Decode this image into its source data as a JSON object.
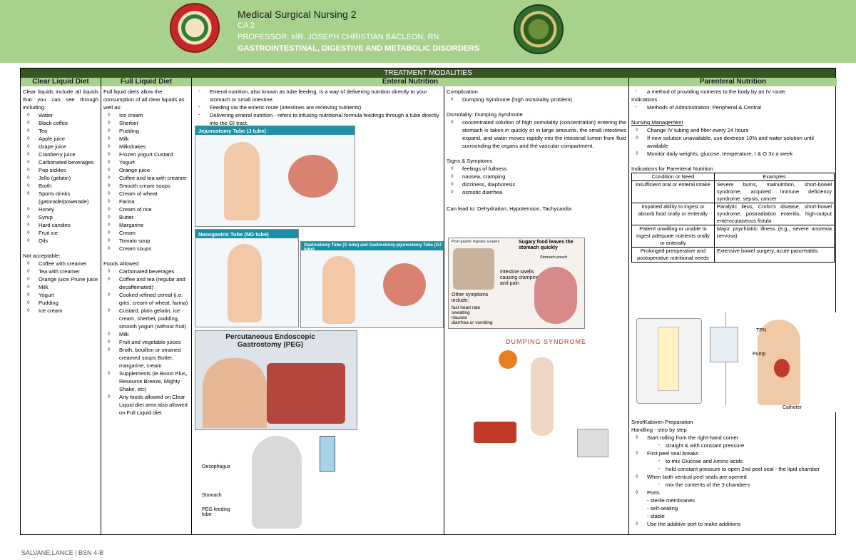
{
  "header": {
    "course": "Medical Surgical Nursing 2",
    "section": "CA 2",
    "professor": "PROFESSOR: MR. JOSEPH CHRISTIAN BACLEON, RN",
    "topic": "GASTROINTESTINAL, DIGESTIVE AND METABOLIC DISORDERS"
  },
  "table": {
    "title": "TREATMENT MODALITIES",
    "col1": "Clear Liquid Diet",
    "col2": "Full Liquid Diet",
    "col3": "Enteral Nutrition",
    "col4": "Parenteral Nutrition"
  },
  "clear": {
    "intro": "Clear liquids include all liquids that you can see through including:",
    "items": [
      "Water",
      "Black coffee",
      "Tea",
      "Apple juice",
      "Grape juice",
      "Cranberry juice",
      "Carbonated beverages",
      "Pop sickles",
      "Jello (gelatin)",
      "Broth",
      "Sports drinks (gatorade/powerade)",
      "Honey",
      "Syrup",
      "Hard candies",
      "Fruit ice",
      "Oils"
    ],
    "not_title": "Not acceptable:",
    "not_items": [
      "Coffee with creamer",
      "Tea with creamer",
      "Orange juice Prune juice",
      "Milk",
      "Yogurt",
      "Pudding",
      "Ice cream"
    ]
  },
  "full": {
    "intro": "Full liquid diets allow the consumption of all clear liquids as well as:",
    "items": [
      "Ice cream",
      "Sherbet",
      "Pudding",
      "Milk",
      "Milkshakes",
      "Frozen yogurt Custard",
      "Yogurt",
      "Orange juice",
      "Coffee and tea with creamer",
      "Smooth cream soups",
      "Cream of wheat",
      "Farina",
      "Cream of rice",
      "Butter",
      "Margarine",
      "Cream",
      "Tomato soup",
      "Cream soups"
    ],
    "allowed_title": "Foods Allowed",
    "allowed": [
      "Carbonated beverages",
      "Coffee and tea (regular and decaffeinated)",
      "Cooked refined cereal (i.e. grits, cream of wheat, farina)",
      "Custard, plain gelatin, ice cream, sherbet, pudding, smooth yogurt (without fruit)",
      "Milk",
      "Fruit and vegetable juices",
      "Broth, bouillon or strained creamed soups Butter, margarine, cream",
      "Supplements (ie Boost Plus, Resource Breeze, Mighty Shake, etc)",
      "Any foods allowed on Clear Liquid diet area also allowed on Full Liquid diet"
    ]
  },
  "enteral": {
    "points": [
      "Enteral nutrition, also known as tube feeding, is a way of delivering nutrition directly to your stomach or small intestine.",
      "Feeding via the enteric route (intestines are receiving nutrients)",
      "Delivering enteral nutrition - refers to infusing nutritional formula feedings through a tube directly into the GI tract."
    ],
    "img1": "Jejunostomy Tube (J tube)",
    "img2": "Nasogastric Tube (NG tube)",
    "img3": "Gastrostomy Tube (G tube) and Gastrostomy-jejunostomy Tube (GJ tube)",
    "img4": "Percutaneous Endoscopic Gastrostomy (PEG)",
    "img5_a": "Oesophagus",
    "img5_b": "Stomach",
    "img5_c": "PEG feeding tube"
  },
  "complication": {
    "title": "Complication",
    "item": "Dumping Syndrome (high osmolality problem)",
    "osm_title": "Osmolality: Dumping Syndrome",
    "osm_text": "concentrated solution of high osmolality (concentration) entering the stomach is taken in quickly or in large amounts, the small intestines expand, and water moves rapidly into the intestinal lumen from fluid surrounding the organs and the vascular compartment.",
    "signs_title": "Signs & Symptoms",
    "signs": [
      "feelings of fullness",
      "nausea, cramping",
      "dizziness, diaphoresis",
      "osmotic diarrhea"
    ],
    "lead": "Can lead to: Dehydration, Hypotension, Tachycardia",
    "img6_a": "Post gastric bypass surgery",
    "img6_b": "Sugary food leaves the stomach quickly",
    "img6_c": "Stomach pouch",
    "img6_d": "Intestine swells causing cramping and pain",
    "img6_e": "Other symptoms include:",
    "img6_list": [
      "fast heart rate",
      "sweating",
      "nausea",
      "diarrhea or vomiting"
    ],
    "img7": "DUMPING SYNDROME"
  },
  "parenteral": {
    "def": "a method of providing nutrients to the body by an IV route.",
    "ind": "Indications",
    "methods": "Methods of Administration: Peripheral & Central",
    "nm_title": "Nursing Management",
    "nm": [
      "Change IV tubing and filter every 24 hours",
      "If new solution unavailable, use dextrose 10% and water solution until available",
      "Monitor daily weights, glucose, temperature, I & O 3x a week"
    ],
    "ind_title": "Indications for Parenteral Nutrition",
    "th1": "Condition or Need",
    "th2": "Examples",
    "rows": [
      [
        "Insufficient oral or enteral intake",
        "Severe burns, malnutrition, short-bowel syndrome, acquired immune deficiency syndrome, sepsis, cancer"
      ],
      [
        "Impaired ability to ingest or absorb food orally or enterally",
        "Paralytic ileus, Crohn's disease, short-bowel syndrome, postradiation enteritis, high-output enterocutaneous fistula"
      ],
      [
        "Patient unwilling or unable to ingest adequate nutrients orally or enterally",
        "Major psychiatric illness (e.g., severe anorexia nervosa)"
      ],
      [
        "Prolonged preoperative and postoperative nutritional needs",
        "Extensive bowel surgery, acute pancreatitis"
      ]
    ],
    "img_a": "TPN",
    "img_b": "Pump",
    "img_c": "Catheter",
    "smof": "SmofKabiven Preparation",
    "handling": "Handling - step by step",
    "steps": [
      "Start rolling from the right-hand corner",
      "straight & with constant pressure",
      "First peel seal breaks",
      "to mix Glucose and Amino acids",
      "hold constant pressure to open 2nd peel seal - the lipid chamber",
      "When both vertical peel seals are opened",
      "mix the contents of the 3 chambers",
      "Ports",
      "- sterile membranes",
      "- self-sealing",
      "- stable",
      "Use the additive port to make additions"
    ]
  },
  "footer": "SALVANE,LANCE | BSN 4-B"
}
